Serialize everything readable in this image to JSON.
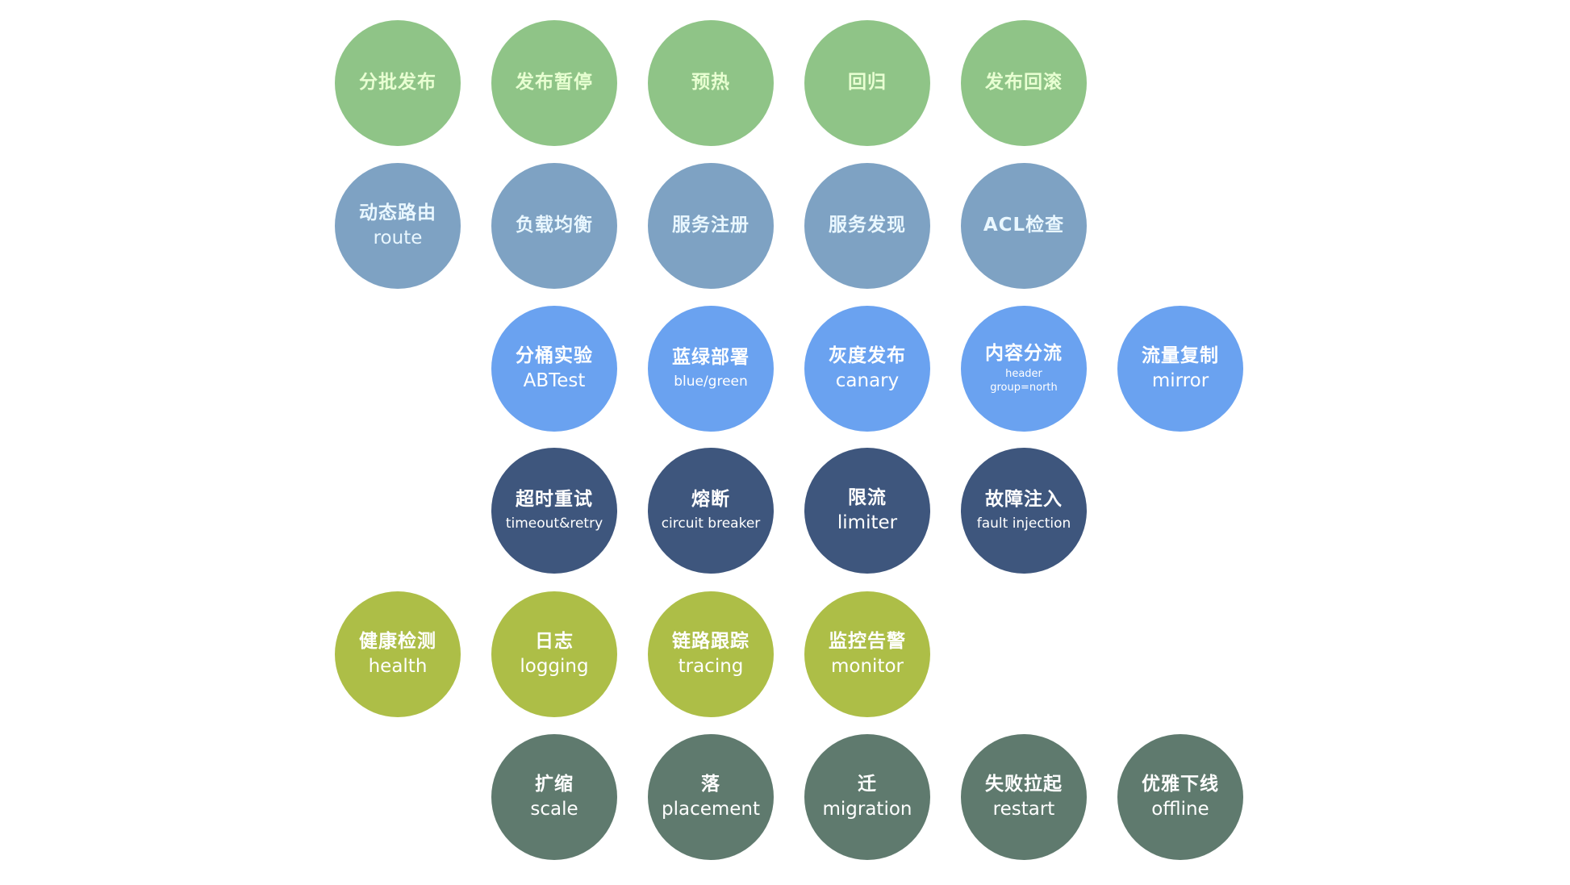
{
  "colors": {
    "release": "#8fc487",
    "discovery": "#7ea2c3",
    "traffic": "#6aa2f0",
    "resilience": "#3e567d",
    "observe": "#adbe47",
    "lifecycle": "#5f7a6e"
  },
  "rows": {
    "release": [
      {
        "zh": "分批发布"
      },
      {
        "zh": "发布暂停"
      },
      {
        "zh": "预热"
      },
      {
        "zh": "回归"
      },
      {
        "zh": "发布回滚"
      }
    ],
    "discovery": [
      {
        "zh": "动态路由",
        "en": "route"
      },
      {
        "zh": "负载均衡"
      },
      {
        "zh": "服务注册"
      },
      {
        "zh": "服务发现"
      },
      {
        "zh": "ACL检查"
      }
    ],
    "traffic": [
      {
        "zh": "分桶实验",
        "en": "ABTest"
      },
      {
        "zh": "蓝绿部署",
        "en": "blue/green"
      },
      {
        "zh": "灰度发布",
        "en": "canary"
      },
      {
        "zh": "内容分流",
        "en": "header",
        "en2": "group=north"
      },
      {
        "zh": "流量复制",
        "en": "mirror"
      }
    ],
    "resilience": [
      {
        "zh": "超时重试",
        "en": "timeout&retry"
      },
      {
        "zh": "熔断",
        "en": "circuit breaker"
      },
      {
        "zh": "限流",
        "en": "limiter"
      },
      {
        "zh": "故障注入",
        "en": "fault injection"
      }
    ],
    "observe": [
      {
        "zh": "健康检测",
        "en": "health"
      },
      {
        "zh": "日志",
        "en": "logging"
      },
      {
        "zh": "链路跟踪",
        "en": "tracing"
      },
      {
        "zh": "监控告警",
        "en": "monitor"
      }
    ],
    "lifecycle": [
      {
        "zh": "扩缩",
        "en": "scale"
      },
      {
        "zh": "落",
        "en": "placement"
      },
      {
        "zh": "迁",
        "en": "migration"
      },
      {
        "zh": "失败拉起",
        "en": "restart"
      },
      {
        "zh": "优雅下线",
        "en": "offline"
      }
    ]
  }
}
